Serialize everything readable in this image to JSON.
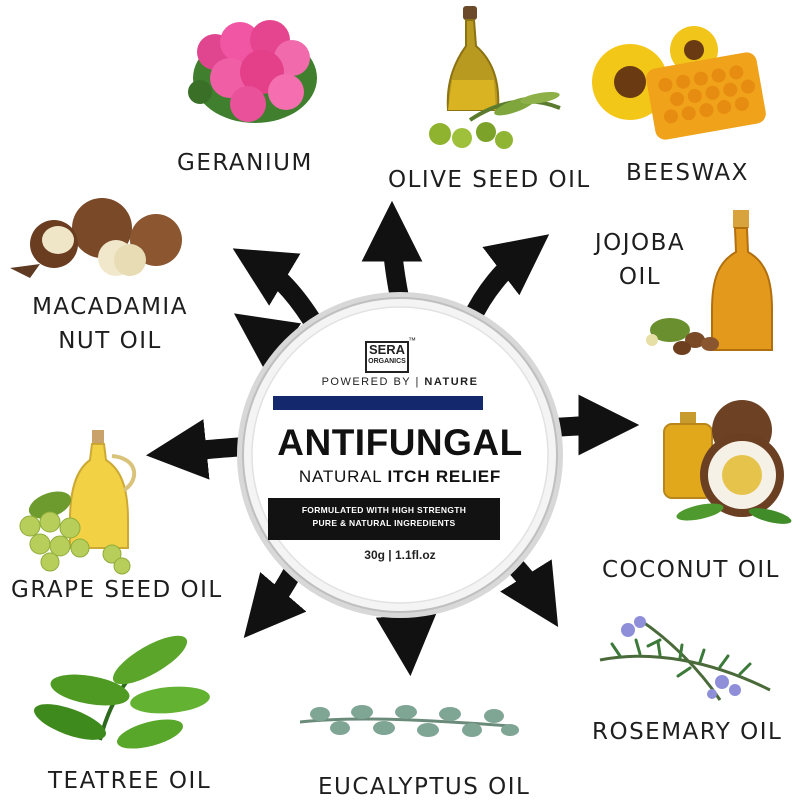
{
  "brand": {
    "name_top": "SERA",
    "name_bottom": "ORGANICS",
    "trademark": "™",
    "powered_by": "POWERED BY",
    "separator": "|",
    "nature": "NATURE"
  },
  "product": {
    "title": "ANTIFUNGAL",
    "subtitle_plain": "NATURAL",
    "subtitle_bold": "ITCH RELIEF",
    "band_line1": "FORMULATED WITH HIGH STRENGTH",
    "band_line2": "PURE & NATURAL INGREDIENTS",
    "size": "30g | 1.1fl.oz"
  },
  "ingredients": [
    {
      "id": "geranium",
      "label": "GERANIUM",
      "icon": "geranium-flower-icon"
    },
    {
      "id": "olive",
      "label": "OLIVE SEED OIL",
      "icon": "olive-oil-bottle-icon"
    },
    {
      "id": "beeswax",
      "label": "BEESWAX",
      "icon": "honeycomb-sunflower-icon"
    },
    {
      "id": "jojoba",
      "label_line1": "JOJOBA",
      "label_line2": "OIL",
      "icon": "jojoba-oil-bottle-icon"
    },
    {
      "id": "macadamia",
      "label_line1": "MACADAMIA",
      "label_line2": "NUT OIL",
      "icon": "macadamia-nuts-icon"
    },
    {
      "id": "coconut",
      "label": "COCONUT OIL",
      "icon": "coconut-icon"
    },
    {
      "id": "grape",
      "label": "GRAPE SEED OIL",
      "icon": "grape-oil-bottle-icon"
    },
    {
      "id": "rosemary",
      "label": "ROSEMARY OIL",
      "icon": "rosemary-sprig-icon"
    },
    {
      "id": "teatree",
      "label": "TEATREE OIL",
      "icon": "tea-leaves-icon"
    },
    {
      "id": "eucalyptus",
      "label": "EUCALYPTUS OIL",
      "icon": "eucalyptus-branch-icon"
    }
  ],
  "colors": {
    "arrow": "#111111",
    "label_text": "#1e1e1e",
    "tin_face": "#ffffff",
    "tin_rim": "#c9c9c9",
    "navy_bar": "#14286e",
    "band": "#121212"
  }
}
